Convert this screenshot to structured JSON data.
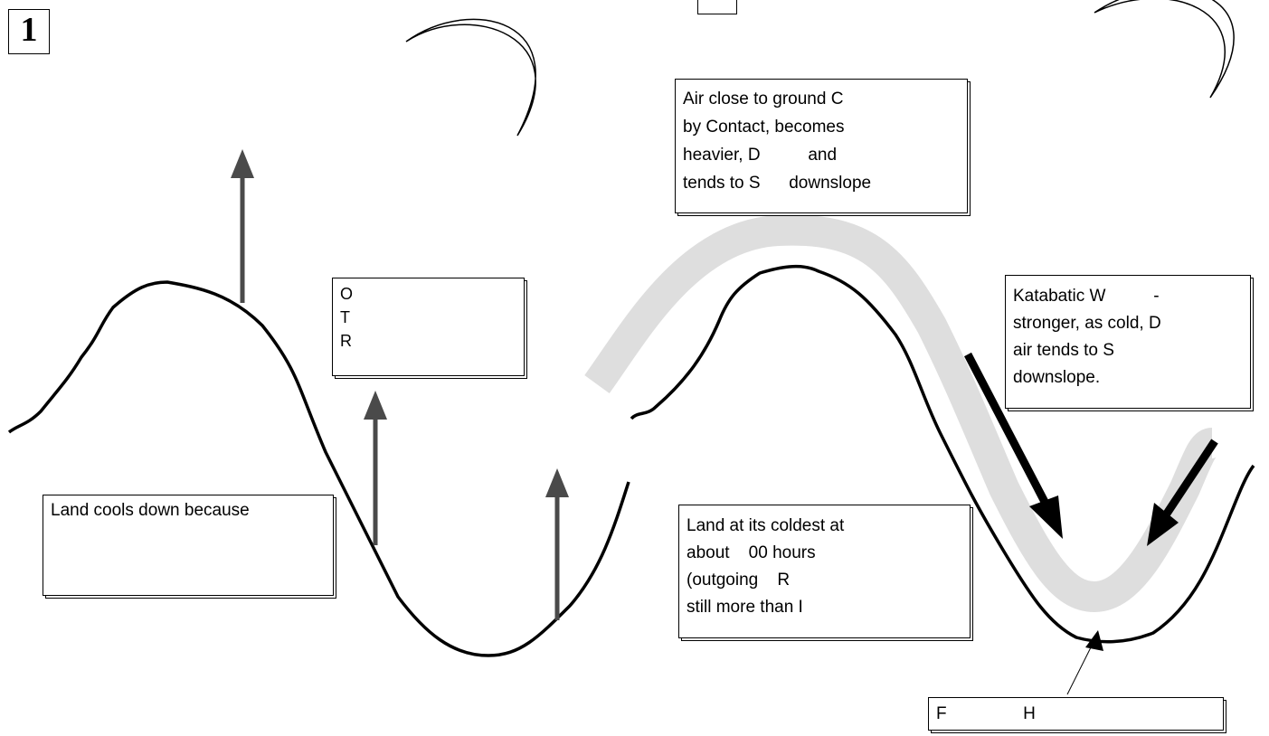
{
  "panel1": {
    "number": "1",
    "box_cooling": "Land cools down because",
    "box_otr": "O\nT\nR"
  },
  "panel2": {
    "number": "",
    "box_air": "Air close to ground C\nby Contact, becomes\nheavier, D          and\ntends to S      downslope",
    "box_katabatic": "Katabatic W          -\nstronger, as cold, D\nair tends to S\ndownslope.",
    "box_coldest": "Land at its coldest at\nabout    00 hours\n(outgoing    R\nstill more than I",
    "box_fh": "F                H"
  },
  "colors": {
    "ground_line": "#000000",
    "radiation_arrow": "#4a4a4a",
    "cold_air_flow": "#dedede",
    "wind_arrow": "#000000"
  },
  "icons": [
    "moon-crescent-icon",
    "up-arrow-icon",
    "wind-arrow-icon"
  ]
}
